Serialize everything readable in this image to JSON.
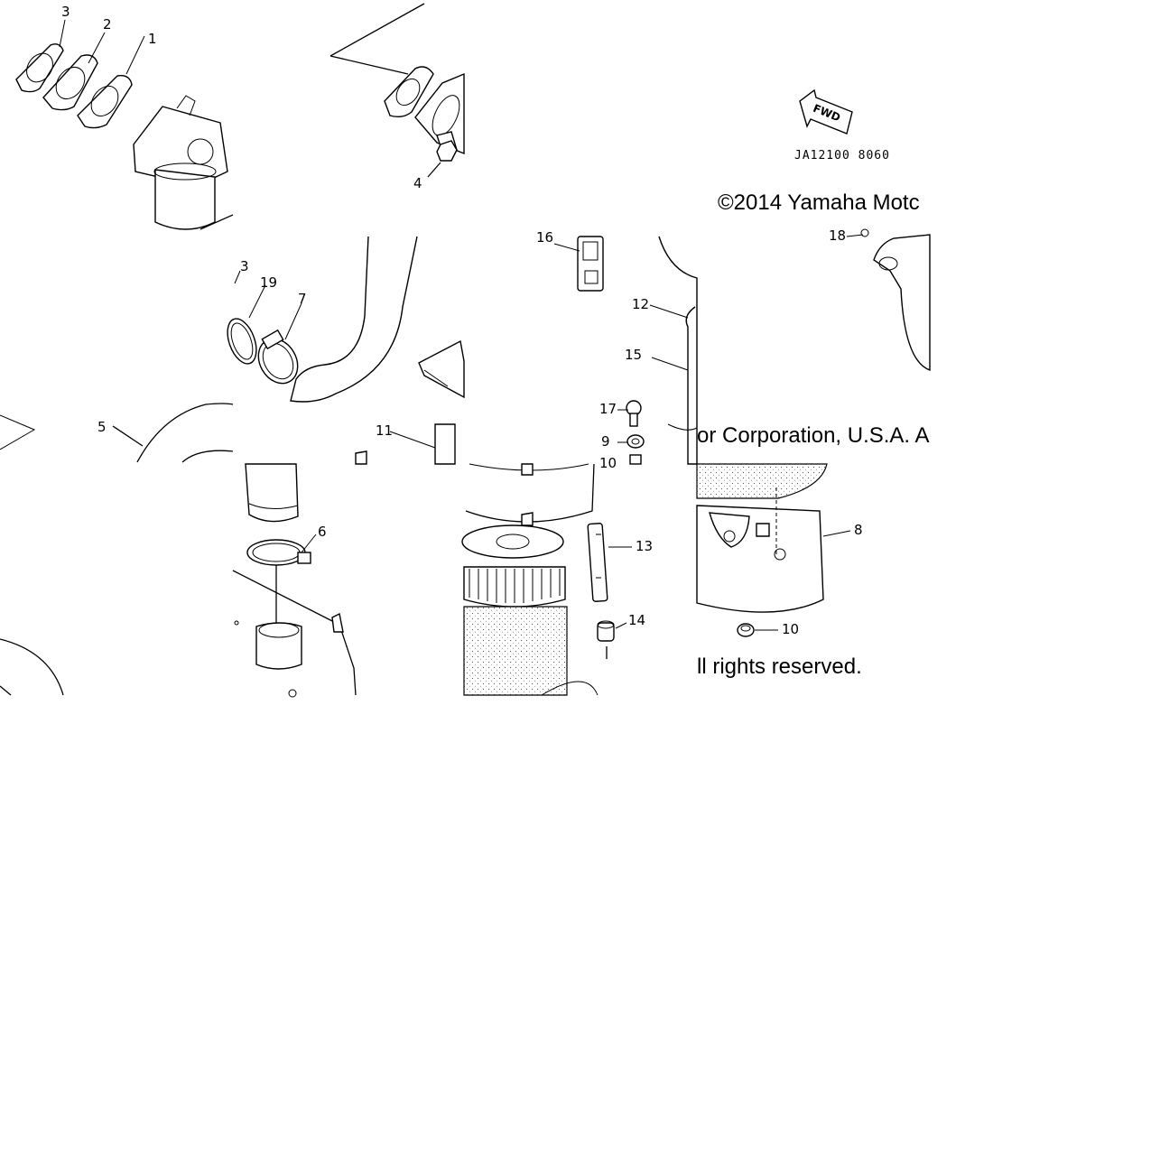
{
  "diagram": {
    "reference_code": "JA12100 8060",
    "fwd_label": "FWD",
    "copyright_fragments": [
      "©2014 Yamaha Motc",
      "or Corporation, U.S.A. A",
      "ll rights reserved."
    ],
    "callouts": [
      "1",
      "2",
      "3",
      "4",
      "5",
      "6",
      "7",
      "8",
      "9",
      "10",
      "11",
      "12",
      "13",
      "14",
      "15",
      "16",
      "17",
      "18",
      "19",
      "3",
      "9",
      "10"
    ]
  }
}
